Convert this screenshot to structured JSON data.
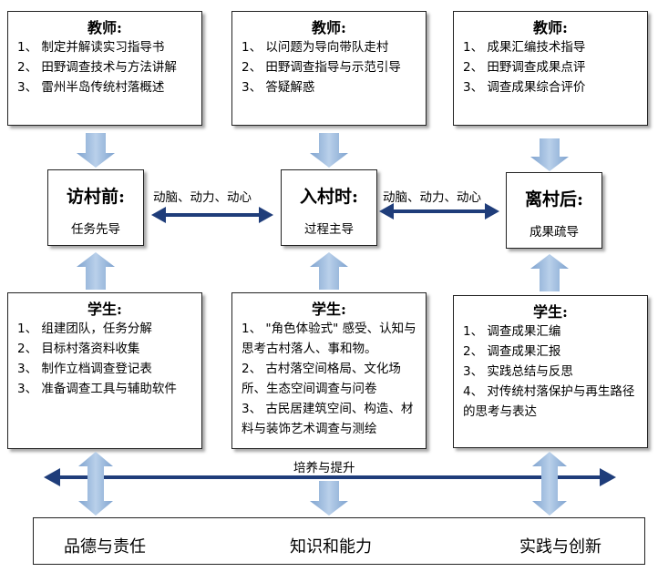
{
  "teachers": [
    {
      "title": "教师:",
      "items": [
        "1、 制定并解读实习指导书",
        "2、 田野调查技术与方法讲解",
        "3、 雷州半岛传统村落概述"
      ]
    },
    {
      "title": "教师:",
      "items": [
        "1、 以问题为导向带队走村",
        "2、 田野调查指导与示范引导",
        "3、   答疑解惑"
      ]
    },
    {
      "title": "教师:",
      "items": [
        "1、 成果汇编技术指导",
        "2、 田野调查成果点评",
        "3、 调查成果综合评价"
      ]
    }
  ],
  "stages": [
    {
      "title": "访村前:",
      "subtitle": "任务先导"
    },
    {
      "title": "入村时:",
      "subtitle": "过程主导"
    },
    {
      "title": "离村后:",
      "subtitle": "成果疏导"
    }
  ],
  "connectors": [
    "动脑、动力、动心",
    "动脑、动力、动心"
  ],
  "students": [
    {
      "title": "学生:",
      "items": [
        "1、 组建团队，任务分解",
        "2、 目标村落资料收集",
        "3、 制作立档调查登记表",
        "3、 准备调查工具与辅助软件"
      ]
    },
    {
      "title": "学生:",
      "items": [
        "1、 \"角色体验式\" 感受、认知与思考古村落人、事和物。",
        "2、 古村落空间格局、文化场所、生态空间调查与问卷",
        "3、 古民居建筑空间、构造、材料与装饰艺术调查与测绘"
      ]
    },
    {
      "title": "学生:",
      "items": [
        "1、   调查成果汇编",
        "2、   调查成果汇报",
        "3、   实践总结与反思",
        "4、 对传统村落保护与再生路径的思考与表达"
      ]
    }
  ],
  "axis_label": "培养与提升",
  "outcomes": [
    "品德与责任",
    "知识和能力",
    "实践与创新"
  ]
}
